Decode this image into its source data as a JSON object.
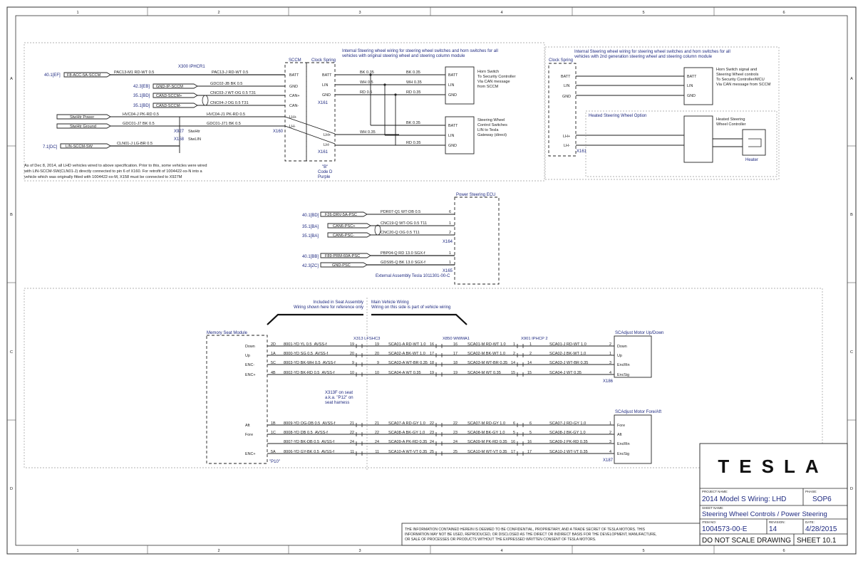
{
  "grid": {
    "cols": [
      "1",
      "2",
      "3",
      "4",
      "5",
      "6"
    ],
    "rows": [
      "A",
      "B",
      "C",
      "D"
    ]
  },
  "colors": {
    "wire": "#1a1a1a",
    "label": "#1f2a80",
    "border": "#222222"
  },
  "top_left": {
    "header_a": "Internal Steering wheel wiring for steering wheel switches and horn switches for all",
    "header_b": "vehicles with original steering wheel and steering column module",
    "sccm_label": "SCCM",
    "clock_label": "Clock Spring",
    "conn_x300": "X300 IPHCR1",
    "conn_x160": "X160",
    "conn_x161": "X161",
    "conn_x161b": "X161",
    "conn_x927": "X927",
    "conn_x927_sub": "StwHtr",
    "conn_x158": "X158",
    "conn_x158_sub": "StwLIN",
    "note": [
      "As of Dec 8, 2014, all LHD vehicles wired to above specification. Prior to this, some vehicles were wired",
      "with LIN-SCCM-SW(CLN01-J) directly connected to pin 6 of X160. For retrofit of 1004422-xx-N into a",
      "vehicle which was originally fitted with 1004422-xx-M, X158 must be connected to X927M"
    ],
    "code_b": "\"B\"",
    "code_d": "Code D",
    "purple": "Purple",
    "refs": [
      "40.1[EF]",
      "42.3[EB]",
      "35.1[BD]",
      "35.1[BD]",
      "7.1[DC]"
    ],
    "signals": [
      "F8-ACC-5A-SCCM",
      "GND-IP-SCCM",
      "CAN3-SCCM+",
      "CAN3-SCCM-",
      "LIN-SCCM-SW"
    ],
    "aux_signals": [
      "StwHtr Power",
      "StwHtr Ground"
    ],
    "wires_left": [
      "PAC13-M1 RD-WT 0.5",
      "GDC02-JB BK 0.5",
      "CNC03-J WT-OG 0.5 T31",
      "CNC04-J OG 0.5 T31",
      "HVC04-J PK-RD 0.5",
      "GDC01-J7 BK 0.5",
      "CLN01-J LG-BR 0.5"
    ],
    "wires_mid": [
      "PAC13-J RD-WT 0.5",
      "HVC04-J1 PK-RD 0.5",
      "GDC01-J71 BK 0.5"
    ],
    "sccm_pins": [
      "BATT",
      "GND",
      "CAN+",
      "CAN-",
      "LH+",
      "LH-"
    ],
    "clock_pins": [
      "BATT",
      "LIN",
      "GND",
      "LH+",
      "LH-"
    ],
    "stw_wires": [
      "BK 0.35",
      "WH 0.5",
      "RD 0.5",
      "WH 0.35"
    ],
    "stw_wires2": [
      "BK 0.35",
      "WH 0.35",
      "RD 0.35",
      "BK 0.35",
      "WH 0.35",
      "RD 0.35"
    ],
    "horn_box": [
      "Horn Switch",
      "To Security Controller",
      "Via CAN message",
      "from SCCM"
    ],
    "horn_pins": [
      "BATT",
      "LIN",
      "GND"
    ],
    "sw_box": [
      "Steering Wheel",
      "Control Switches",
      "LIN to Tesla",
      "Gateway (direct)"
    ],
    "sw_pins": [
      "BATT",
      "LIN",
      "GND"
    ]
  },
  "top_right": {
    "header_a": "Internal Steering wheel wiring for steering wheel switches and horn switches for all",
    "header_b": "vehicles with 2nd generation steering wheel and steering column module",
    "clock_label": "Clock Spring",
    "clock_pins": [
      "BATT",
      "LIN",
      "GND",
      "LH+",
      "LH-"
    ],
    "conn": "X161",
    "horn_box": [
      "Horn Switch signal and",
      "Steering Wheel controls",
      "To Security Controller/MCU",
      "Via CAN message from SCCM"
    ],
    "horn_pins": [
      "BATT",
      "LIN",
      "GND"
    ],
    "heated_label": "Heated Steering Wheel Option",
    "heated_ctrl": [
      "Heated Steering",
      "Wheel Controller"
    ],
    "heater": "Heater"
  },
  "psc": {
    "label": "Power Steering ECU",
    "refs": [
      "40.1[BD]",
      "35.1[BA]",
      "35.1[BA]",
      "40.1[BB]",
      "42.3[ZC]"
    ],
    "signals": [
      "F26-DRV-5A-PSC",
      "CAN6-PSC+",
      "CAN6-PSC-",
      "F89-PRM-60A-PSC",
      "GND-PSC"
    ],
    "wires": [
      "PDR07-Q1 WT-DB 0.5",
      "CNC19-Q WT-OG 0.5 T11",
      "CNC20-Q OG 0.5 T11",
      "PBP04-Q RD 13.0 SGX-f",
      "GDS95-Q BK 13.0 SGX-f"
    ],
    "pins": [
      "6",
      "1",
      "2",
      "1",
      "1"
    ],
    "conn1": "X164",
    "conn2": "X165",
    "ext": "External Assembly Tesla 1011301-00-C"
  },
  "seat": {
    "included_a": "Included in Seat Assembly",
    "included_b": "Wiring shown here for reference only",
    "main_a": "Main Vehicle Wiring",
    "main_b": "Wiring on this side is part of vehicle wiring",
    "module": "Memory Seat Module",
    "module_code": "\"P10\"",
    "conn_a": "X313 LFSHC3",
    "conn_b": "X850 WWMA1",
    "conn_c": "X901 IPHCP 2",
    "note": [
      "X313F on seat",
      "a.k.a. \"P12\" on",
      "seat harness"
    ],
    "motor1": "SCAdjust Motor Up/Down",
    "motor1_conn": "X186",
    "motor2": "SCAdjust Motor Fore/Aft",
    "motor2_conn": "X187",
    "rows": [
      {
        "side": "Down",
        "mp": "2D",
        "w1": "8001-YD YL 0.5_AVSS-f",
        "p1": "19",
        "w2": "SCA01-A RD-WT 1.0",
        "p2": "16",
        "w3": "SCA01-M RD-WT 1.0",
        "p3": "1",
        "w4": "SCA01-J RD-WT 1.0",
        "mpin": "2",
        "mlab": "Down"
      },
      {
        "side": "Up",
        "mp": "1A",
        "w1": "8000-YD SG 0.5_AVSS-f",
        "p1": "20",
        "w2": "SCA02-A BK-WT 1.0",
        "p2": "17",
        "w3": "SCA02-M BK-WT 1.0",
        "p3": "2",
        "w4": "SCA02-J BK-WT 1.0",
        "mpin": "1",
        "mlab": "Up"
      },
      {
        "side": "ENC-",
        "mp": "5C",
        "w1": "8003-YD BK-WH 0.5_AVSS-f",
        "p1": "9",
        "w2": "SCA03-A WT-BR 0.35",
        "p2": "18",
        "w3": "SCA03-M WT-BR 0.35",
        "p3": "14",
        "w4": "SCA03-J WT-BR 0.35",
        "mpin": "3",
        "mlab": "EncRtn"
      },
      {
        "side": "ENC+",
        "mp": "4B",
        "w1": "8002-YD BK-RD 0.5_AVSS-f",
        "p1": "10",
        "w2": "SCA04-A WT 0.35",
        "p2": "19",
        "w3": "SCA04-M WT 0.35",
        "p3": "15",
        "w4": "SCA04-J WT 0.35",
        "mpin": "4",
        "mlab": "EncSig"
      },
      {
        "side": "Aft",
        "mp": "1B",
        "w1": "8009-YD OG-DB 0.5_AVSS-f",
        "p1": "21",
        "w2": "SCA07-A RD-GY 1.0",
        "p2": "22",
        "w3": "SCA07-M RD-GY 1.0",
        "p3": "6",
        "w4": "SCA07-J RD-GY 1.0",
        "mpin": "1",
        "mlab": "Fore"
      },
      {
        "side": "Fore",
        "mp": "1C",
        "w1": "8008-YD DB 0.5_AVSS-f",
        "p1": "22",
        "w2": "SCA08-A BK-GY 1.0",
        "p2": "23",
        "w3": "SCA08-M BK-GY 1.0",
        "p3": "5",
        "w4": "SCA08-J BK-GY 1.0",
        "mpin": "2",
        "mlab": "Aft"
      },
      {
        "side": "",
        "mp": "",
        "w1": "8007-YD BK-DB 0.5_AVSS-f",
        "p1": "24",
        "w2": "SCA09-A PK-RD 0.35",
        "p2": "24",
        "w3": "SCA09-M PK-RD 0.35",
        "p3": "16",
        "w4": "SCA09-J PK-RD 0.35",
        "mpin": "3",
        "mlab": "EncRtn"
      },
      {
        "side": "ENC+",
        "mp": "5A",
        "w1": "8006-YD GY-BK 0.5_AVSS-f",
        "p1": "11",
        "w2": "SCA10-A WT-VT 0.35",
        "p2": "25",
        "w3": "SCA10-M WT-VT 0.35",
        "p3": "17",
        "w4": "SCA10-J WT-VT 0.35",
        "mpin": "4",
        "mlab": "EncSig"
      }
    ]
  },
  "title_block": {
    "logo": "TESLA",
    "project_label": "PROJECT NAME:",
    "project": "2014 Model S Wiring: LHD",
    "phase_label": "PHASE:",
    "phase": "SOP6",
    "sheet_name_label": "SHEET NAME:",
    "sheet_name": "Steering Wheel Controls / Power Steering",
    "item_label": "ITEM NO:",
    "item": "1004573-00-E",
    "rev_label": "REVISION:",
    "rev": "14",
    "date_label": "DATE:",
    "date": "4/28/2015",
    "noscale": "DO NOT SCALE DRAWING",
    "sheet": "SHEET 10.1",
    "disclaimer": [
      "THE INFORMATION CONTAINED HEREIN IS DEEMED TO BE CONFIDENTIAL, PROPRIETARY, AND A TRADE SECRET OF TESLA MOTORS. THIS",
      "INFORMATION MAY NOT BE USED, REPRODUCED, OR DISCLOSED AS THE DIRECT OR INDIRECT BASIS FOR THE DEVELOPMENT, MANUFACTURE,",
      "OR SALE OF PROCESSES OR PRODUCTS WITHOUT THE EXPRESSED WRITTEN CONSENT OF TESLA MOTORS."
    ]
  }
}
